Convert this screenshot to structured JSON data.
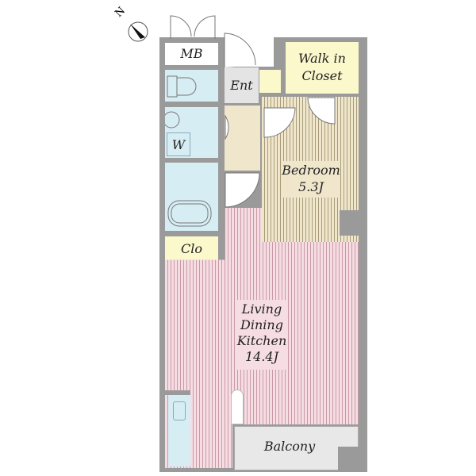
{
  "compass": {
    "label": "N"
  },
  "rooms": {
    "mb": "MB",
    "walk_in_closet": [
      "Walk in",
      "Closet"
    ],
    "entrance": "Ent",
    "washroom": "W",
    "bedroom": {
      "name": "Bedroom",
      "size": "5.3J"
    },
    "closet": "Clo",
    "ldk": {
      "lines": [
        "Living",
        "Dining",
        "Kitchen"
      ],
      "size": "14.4J"
    },
    "balcony": "Balcony"
  }
}
